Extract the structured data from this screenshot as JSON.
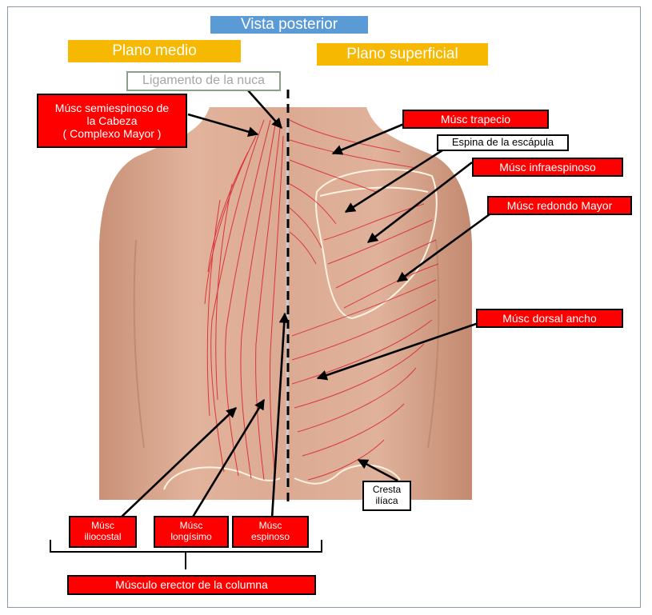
{
  "view_title": "Vista posterior",
  "planes": {
    "medio": "Plano medio",
    "superficial": "Plano superficial"
  },
  "labels": {
    "ligamento_nuca": "Ligamento de la nuca",
    "semiespinoso_line1": "Músc  semiespinoso de",
    "semiespinoso_line2": "la Cabeza",
    "semiespinoso_line3": "( Complexo Mayor )",
    "trapecio": "Músc  trapecio",
    "espina_escapula": "Espina de la escápula",
    "infraespinoso": "Músc  infraespinoso",
    "redondo_mayor": "Músc  redondo Mayor",
    "dorsal_ancho": "Músc  dorsal ancho",
    "cresta_line1": "Cresta",
    "cresta_line2": "ilíaca",
    "iliocostal_line1": "Músc",
    "iliocostal_line2": "iliocostal",
    "longisimo_line1": "Músc",
    "longisimo_line2": "longísimo",
    "espinoso_line1": "Músc",
    "espinoso_line2": "espinoso",
    "erector": "Músculo  erector de la columna"
  },
  "colors": {
    "label_red": "#ff0000",
    "plane_gold": "#f6b800",
    "title_blue": "#5b9bd5",
    "muscle_lines": "#d81e2c",
    "bone_outline": "#fff3e0",
    "skin": "#d9a88f"
  }
}
